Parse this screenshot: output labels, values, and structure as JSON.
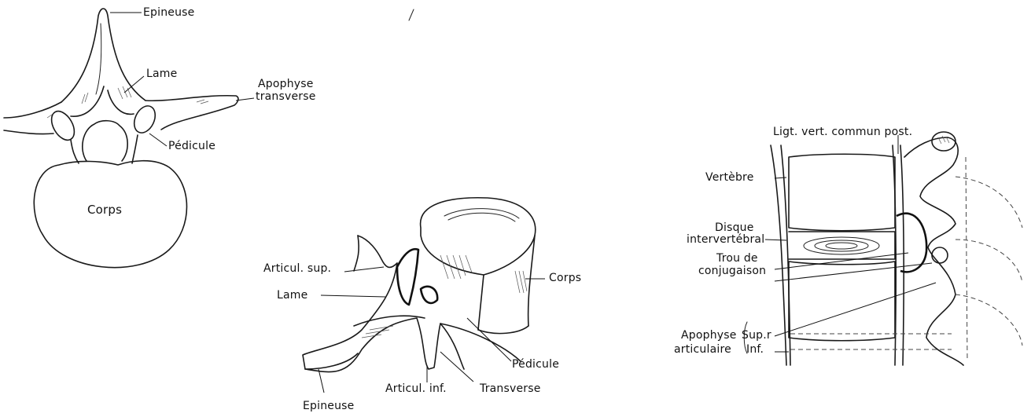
{
  "figure1": {
    "labels": {
      "epineuse": "Epineuse",
      "lame": "Lame",
      "apophyse_transverse_1": "Apophyse",
      "apophyse_transverse_2": "transverse",
      "pedicule": "Pédicule",
      "corps": "Corps"
    }
  },
  "figure2": {
    "labels": {
      "articul_sup": "Articul. sup.",
      "lame": "Lame",
      "corps": "Corps",
      "pedicule": "Pédicule",
      "articul_inf": "Articul. inf.",
      "transverse": "Transverse",
      "epineuse": "Epineuse"
    }
  },
  "figure3": {
    "labels": {
      "ligament": "Ligt. vert. commun post.",
      "vertebre": "Vertèbre",
      "disque_1": "Disque",
      "disque_2": "intervertébral",
      "trou_1": "Trou de",
      "trou_2": "conjugaison",
      "apophyse": "Apophyse",
      "articulaire": "articulaire",
      "sup": "Sup.r",
      "inf": "Inf."
    }
  }
}
